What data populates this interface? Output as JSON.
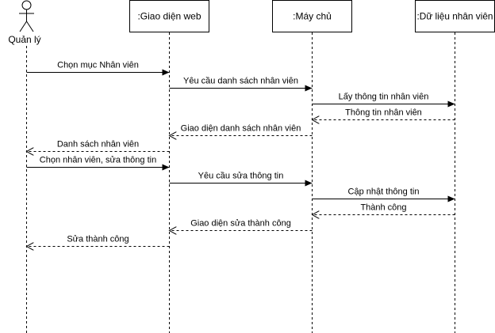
{
  "diagram": {
    "type": "sequence",
    "participants": [
      {
        "id": "ql",
        "kind": "actor",
        "label": "Quản lý"
      },
      {
        "id": "gd",
        "kind": "box",
        "label": ":Giao diện web"
      },
      {
        "id": "mc",
        "kind": "box",
        "label": ":Máy chủ"
      },
      {
        "id": "dl",
        "kind": "box",
        "label": ":Dữ liệu nhân viên"
      }
    ],
    "messages": [
      {
        "from": "ql",
        "to": "gd",
        "style": "sync",
        "label": "Chọn mục Nhân viên"
      },
      {
        "from": "gd",
        "to": "mc",
        "style": "sync",
        "label": "Yêu cầu danh sách nhân viên"
      },
      {
        "from": "mc",
        "to": "dl",
        "style": "sync",
        "label": "Lấy thông tin nhân viên"
      },
      {
        "from": "dl",
        "to": "mc",
        "style": "reply",
        "label": "Thông tin nhân viên"
      },
      {
        "from": "mc",
        "to": "gd",
        "style": "reply",
        "label": "Giao diện danh sách nhân viên"
      },
      {
        "from": "gd",
        "to": "ql",
        "style": "reply",
        "label": "Danh sách nhân viên"
      },
      {
        "from": "ql",
        "to": "gd",
        "style": "sync",
        "label": "Chọn nhân viên, sửa thông tin"
      },
      {
        "from": "gd",
        "to": "mc",
        "style": "sync",
        "label": "Yêu cầu sửa thông tin"
      },
      {
        "from": "mc",
        "to": "dl",
        "style": "sync",
        "label": "Cập nhật thông tin"
      },
      {
        "from": "dl",
        "to": "mc",
        "style": "reply",
        "label": "Thành công"
      },
      {
        "from": "mc",
        "to": "gd",
        "style": "reply",
        "label": "Giao diện sửa thành công"
      },
      {
        "from": "gd",
        "to": "ql",
        "style": "reply",
        "label": "Sửa thành công"
      }
    ]
  }
}
